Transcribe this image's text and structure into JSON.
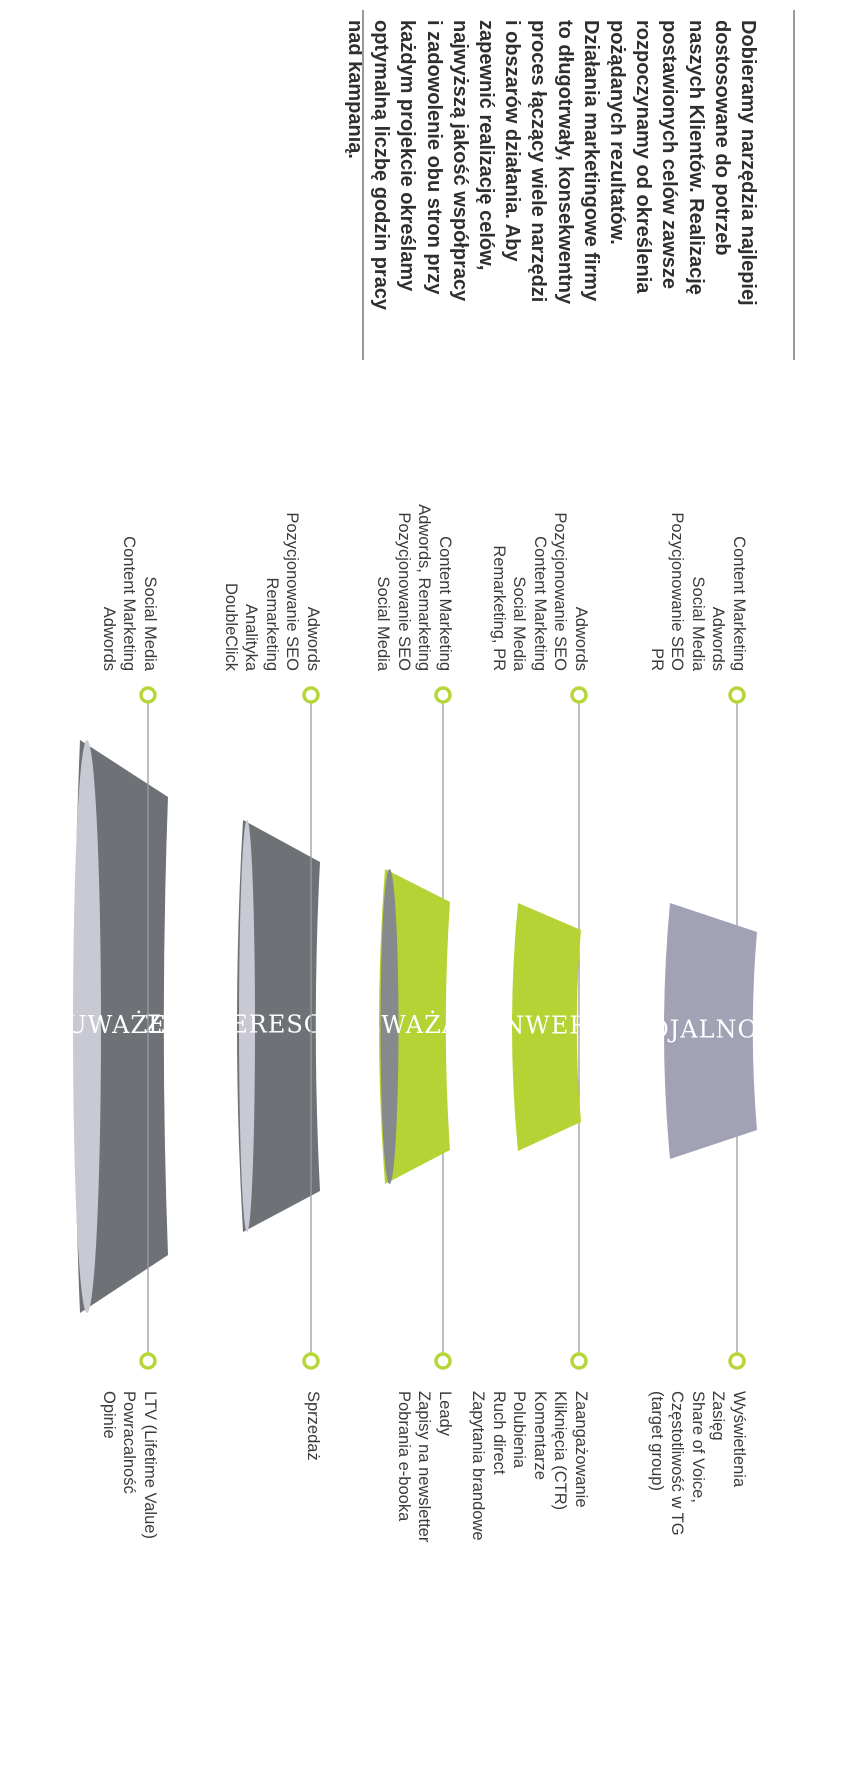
{
  "intro": {
    "lines": [
      "Dobieramy narzędzia najlepiej",
      "dostosowane do potrzeb",
      "naszych Klientów. Realizację",
      "postawionych celów zawsze",
      "rozpoczynamy od określenia",
      "pożądanych rezultatów.",
      "Działania marketingowe firmy",
      "to długotrwały, konsekwentny",
      "proces łączący wiele narzędzi",
      "i obszarów działania. Aby",
      "zapewnić realizację celów,",
      "najwyższą jakość współpracy",
      "i zadowolenie obu stron przy",
      "każdym projekcie określamy",
      "optymalną liczbę godzin pracy",
      "nad kampanią."
    ]
  },
  "colors": {
    "gray_stage": "#6e7175",
    "gray_stage_rim": "#c9c9d4",
    "green_stage": "#b5d334",
    "green_stage_rim": "#868a8d",
    "lavender_stage": "#a2a2b5",
    "connector": "#9a9aa8",
    "dot": "#b7d63a",
    "text": "#2f2f2f"
  },
  "stages": [
    {
      "label": "ZAUWAŻENIE",
      "tools": [
        "Content Marketing",
        "Adwords",
        "Social Media",
        "Pozycjonowanie SEO",
        "PR"
      ],
      "metrics": [
        "Wyświetlenia",
        "Zasięg",
        "Share of Voice,",
        "Częstotliwość w TG",
        "(target group)"
      ]
    },
    {
      "label": "ZAINTERESOWANIE",
      "tools": [
        "Adwords",
        "Pozycjonowanie SEO",
        "Content Marketing",
        "Social Media",
        "Remarketing, PR"
      ],
      "metrics": [
        "Zaangażowanie",
        "Kliknięcia (CTR)",
        "Komentarze",
        "Polubienia",
        "Ruch direct",
        "Zapytania brandowe"
      ]
    },
    {
      "label": "ROZWAŻANIE",
      "tools": [
        "Content Marketing",
        "Adwords, Remarketing",
        "Pozycjonowanie SEO",
        "Social Media"
      ],
      "metrics": [
        "Leady",
        "Zapisy na newsletter",
        "Pobrania e-booka"
      ]
    },
    {
      "label": "KONWERSJA",
      "tools": [
        "Adwords",
        "Pozycjonowanie SEO",
        "Remarketing",
        "Analityka",
        "DoubleClick"
      ],
      "metrics": [
        "Sprzedaż"
      ]
    },
    {
      "label": "LOJALNOŚĆ",
      "tools": [
        "Social Media",
        "Content Marketing",
        "Adwords"
      ],
      "metrics": [
        "LTV (Lifetime Value)",
        "Powracalność",
        "Opinie"
      ]
    }
  ]
}
